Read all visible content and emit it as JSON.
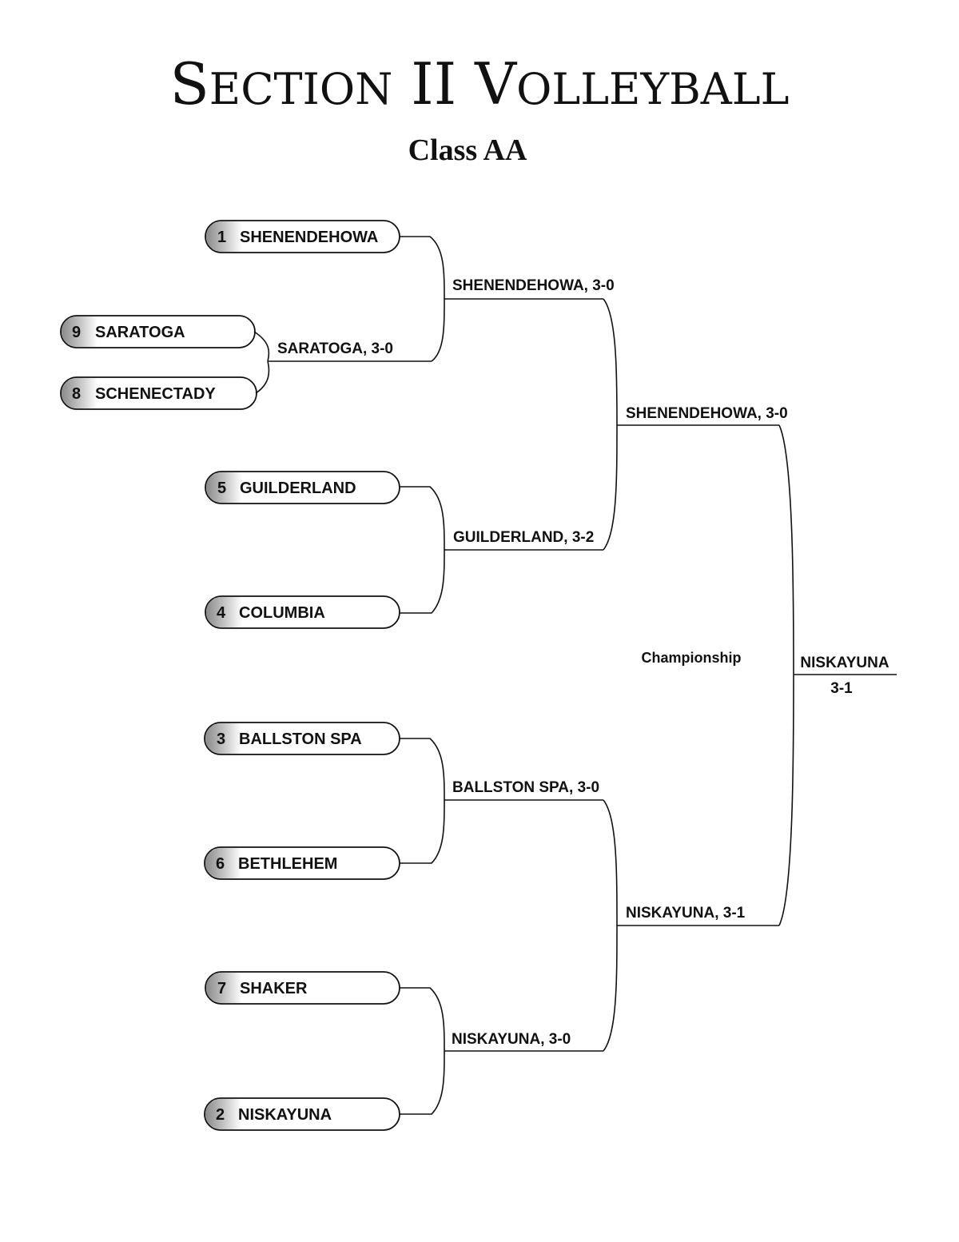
{
  "title": "SECTION II VOLLEYBALL",
  "subtitle": "Class AA",
  "teams": [
    {
      "seed": "1",
      "name": "SHENENDEHOWA"
    },
    {
      "seed": "9",
      "name": "SARATOGA"
    },
    {
      "seed": "8",
      "name": "SCHENECTADY"
    },
    {
      "seed": "5",
      "name": "GUILDERLAND"
    },
    {
      "seed": "4",
      "name": "COLUMBIA"
    },
    {
      "seed": "3",
      "name": "BALLSTON SPA"
    },
    {
      "seed": "6",
      "name": "BETHLEHEM"
    },
    {
      "seed": "7",
      "name": "SHAKER"
    },
    {
      "seed": "2",
      "name": "NISKAYUNA"
    }
  ],
  "results": {
    "play_in": "SARATOGA, 3-0",
    "qf1": "SHENENDEHOWA, 3-0",
    "qf2": "GUILDERLAND, 3-2",
    "qf3": "BALLSTON SPA, 3-0",
    "qf4": "NISKAYUNA, 3-0",
    "sf1": "SHENENDEHOWA, 3-0",
    "sf2": "NISKAYUNA, 3-1"
  },
  "championship": {
    "label": "Championship",
    "winner": "NISKAYUNA",
    "score": "3-1"
  }
}
